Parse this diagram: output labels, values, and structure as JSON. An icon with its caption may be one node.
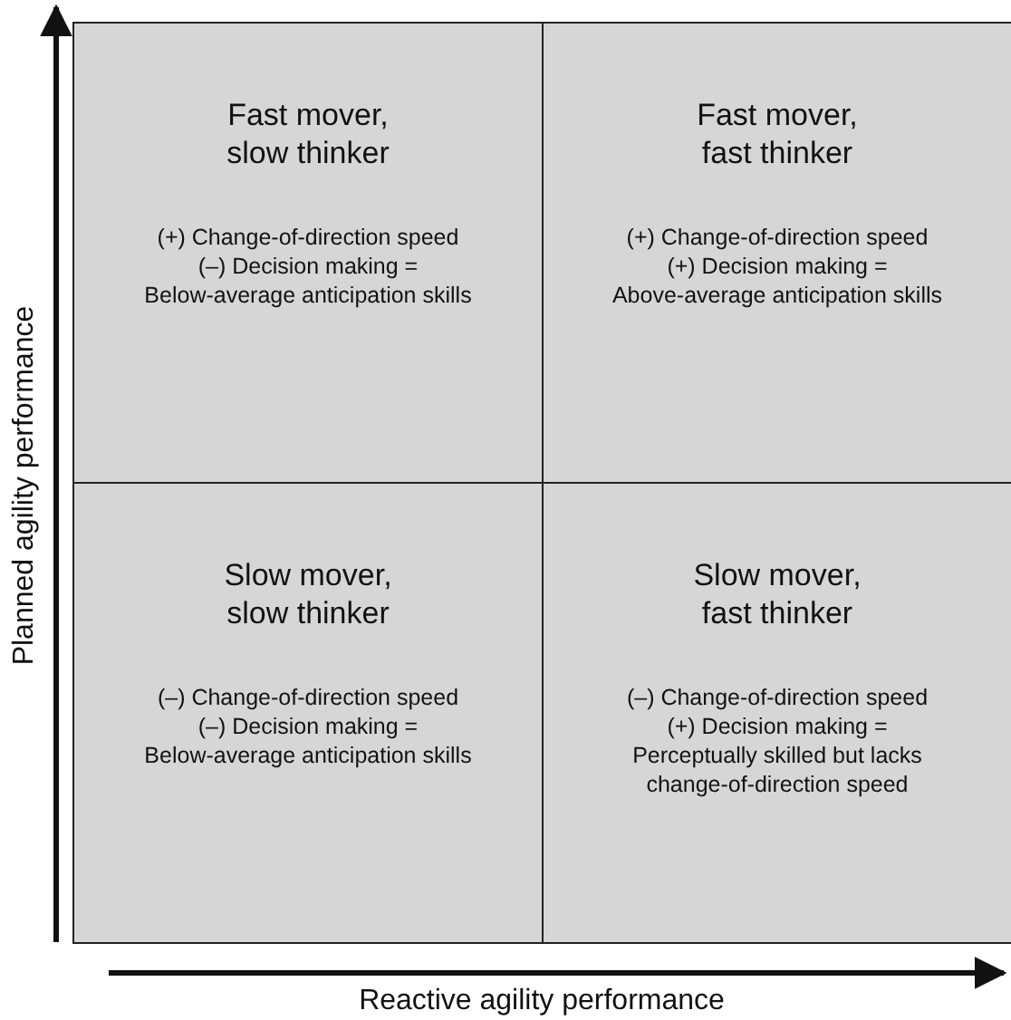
{
  "diagram": {
    "nodes": [
      {
        "text": [
          "Fast mover, slow thinker",
          "(+) Change-of-direction speed",
          "(–) Decision making =",
          "Below-average anticipation skills"
        ]
      },
      {
        "text": [
          "Fast mover, fast thinker",
          "(+) Change-of-direction speed",
          "(+) Decision making =",
          "Above-average anticipation skills"
        ]
      },
      {
        "text": [
          "Slow mover, slow thinker",
          "(–) Change-of-direction speed",
          "(–) Decision making =",
          "Below-average anticipation skills"
        ]
      },
      {
        "text": [
          "Slow mover, fast thinker",
          "(–) Change-of-direction speed",
          "(+) Decision making =",
          "Perceptually skilled but lacks change-of-direction speed"
        ]
      }
    ],
    "labels": [
      "Planned agility performance",
      "Reactive agility performance"
    ]
  }
}
